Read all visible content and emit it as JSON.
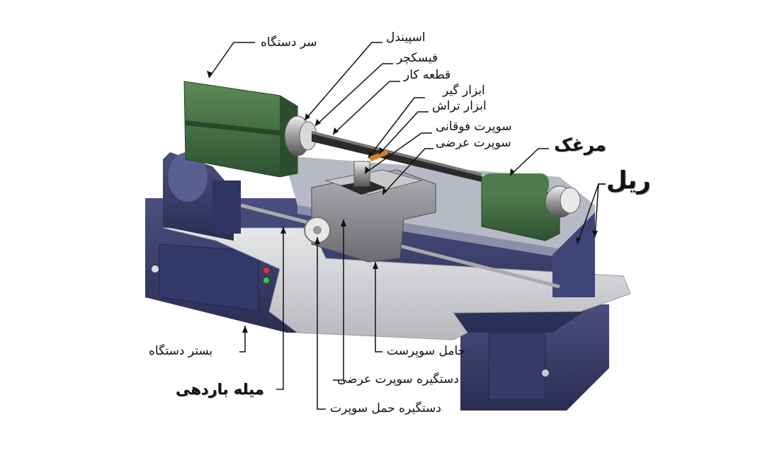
{
  "labels": {
    "headstock": "سر دستگاه",
    "spindle": "اسپیندل",
    "chuck": "فیسکچر",
    "workpiece": "قطعه کار",
    "tool_holder": "ابزار گیر",
    "cutting_tool": "ابزار تراش",
    "top_slide": "سوپرت فوقانی",
    "cross_slide": "سوپرت عرضی",
    "tailstock": "مرغک",
    "rail": "ریل",
    "bed": "بستر دستگاه",
    "feed_rod": "میله باردهی",
    "carriage": "حامل سوپرست",
    "cross_slide_handle": "دستگیره سوپرت عرضی",
    "carriage_handle": "دستگیره حمل سوپرت"
  },
  "colors": {
    "headstock": "#3d6b3a",
    "bed": "#3b3f6b",
    "table": "#d5d6d8",
    "carriage": "#8c8c90"
  }
}
